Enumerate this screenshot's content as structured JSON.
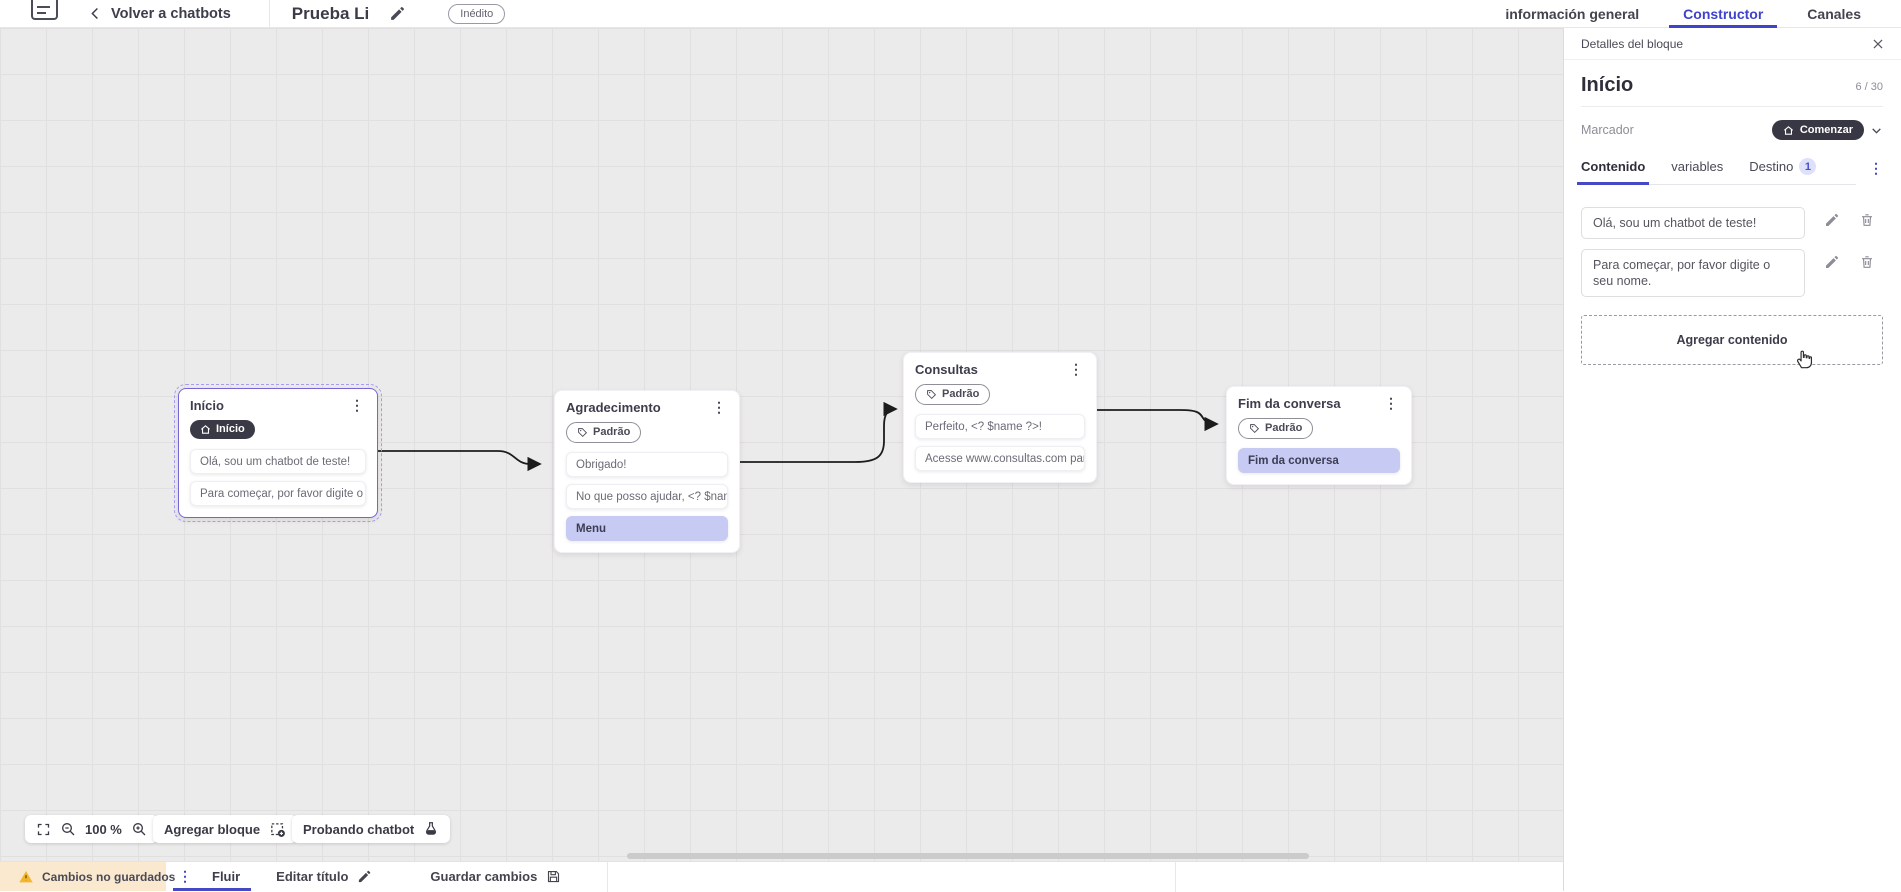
{
  "colors": {
    "accent": "#3d43cb",
    "dark_pill": "#3a3a46",
    "lavender": "#c7caf3",
    "warning_bg": "#fbe9cf",
    "warning_icon": "#f2b52c",
    "selected_block_border": "#7466d9"
  },
  "topbar": {
    "back": "Volver a chatbots",
    "title": "Prueba Li",
    "status": "Inédito",
    "tabs": [
      {
        "label": "información general"
      },
      {
        "label": "Constructor"
      },
      {
        "label": "Canales"
      }
    ]
  },
  "panel": {
    "header": "Detalles del bloque",
    "block_name": "Início",
    "counter": "6 / 30",
    "marker_label": "Marcador",
    "marker_value": "Comenzar",
    "tabs": {
      "contenido": "Contenido",
      "variables": "variables",
      "destino": "Destino",
      "destino_badge": "1"
    },
    "contents": [
      "Olá, sou um chatbot de teste!",
      "Para começar, por favor digite o seu nome."
    ],
    "add_content": "Agregar contenido"
  },
  "canvas": {
    "zoom": "100 %",
    "add_block": "Agregar bloque",
    "test_chatbot": "Probando chatbot",
    "blocks": [
      {
        "title": "Início",
        "tag": "Início",
        "cards": [
          "Olá, sou um chatbot de teste!",
          "Para começar, por favor digite o ..."
        ]
      },
      {
        "title": "Agradecimento",
        "tag": "Padrão",
        "cards": [
          "Obrigado!",
          "No que posso ajudar, <? $name ...",
          "Menu"
        ]
      },
      {
        "title": "Consultas",
        "tag": "Padrão",
        "cards": [
          "Perfeito, <? $name ?>!",
          "Acesse www.consultas.com par..."
        ]
      },
      {
        "title": "Fim da conversa",
        "tag": "Padrão",
        "cards": [
          "Fim da conversa"
        ]
      }
    ]
  },
  "bottombar": {
    "unsaved": "Cambios no guardados",
    "flow": "Fluir",
    "edit_title": "Editar título",
    "save": "Guardar cambios"
  }
}
